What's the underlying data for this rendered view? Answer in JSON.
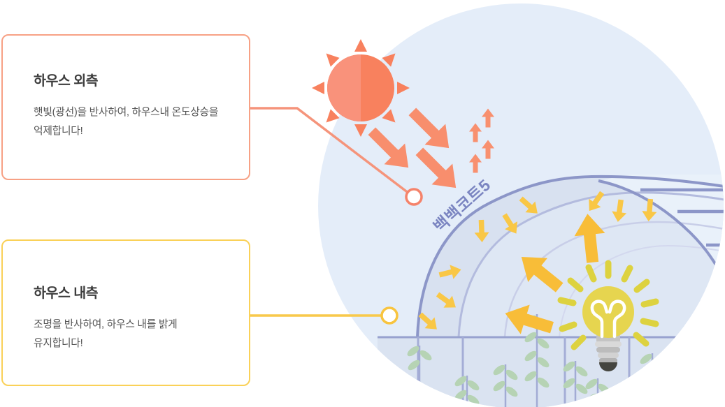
{
  "callouts": [
    {
      "title": "하우스 외측",
      "body_line1": "햇빛(광선)을 반사하여, 하우스내 온도상승을",
      "body_line2": "억제합니다!",
      "accent_color": "#F7A185"
    },
    {
      "title": "하우스 내측",
      "body_line1": "조명을 반사하여, 하우스 내를 밝게",
      "body_line2": "유지합니다!",
      "accent_color": "#FAD158"
    }
  ],
  "illustration": {
    "product_label": "백백코트5",
    "colors": {
      "scene_circle": "#E4EDF9",
      "sun_left_half": "#F9927B",
      "sun_right_half": "#F8815E",
      "sunlight_arrow": "#F88E6D",
      "heat_release_arrow": "#F8906F",
      "reflected_light_arrow_big": "#F8BD38",
      "reflected_light_arrow_small": "#F9C746",
      "greenhouse_structure_line": "#8C96C8",
      "product_label_text": "#7B85C1",
      "bulb_yellow": "#E6D54F",
      "leaf_green": "#B6D3B4",
      "exterior_connector": "#F5947B",
      "interior_connector": "#F8C94B"
    }
  }
}
